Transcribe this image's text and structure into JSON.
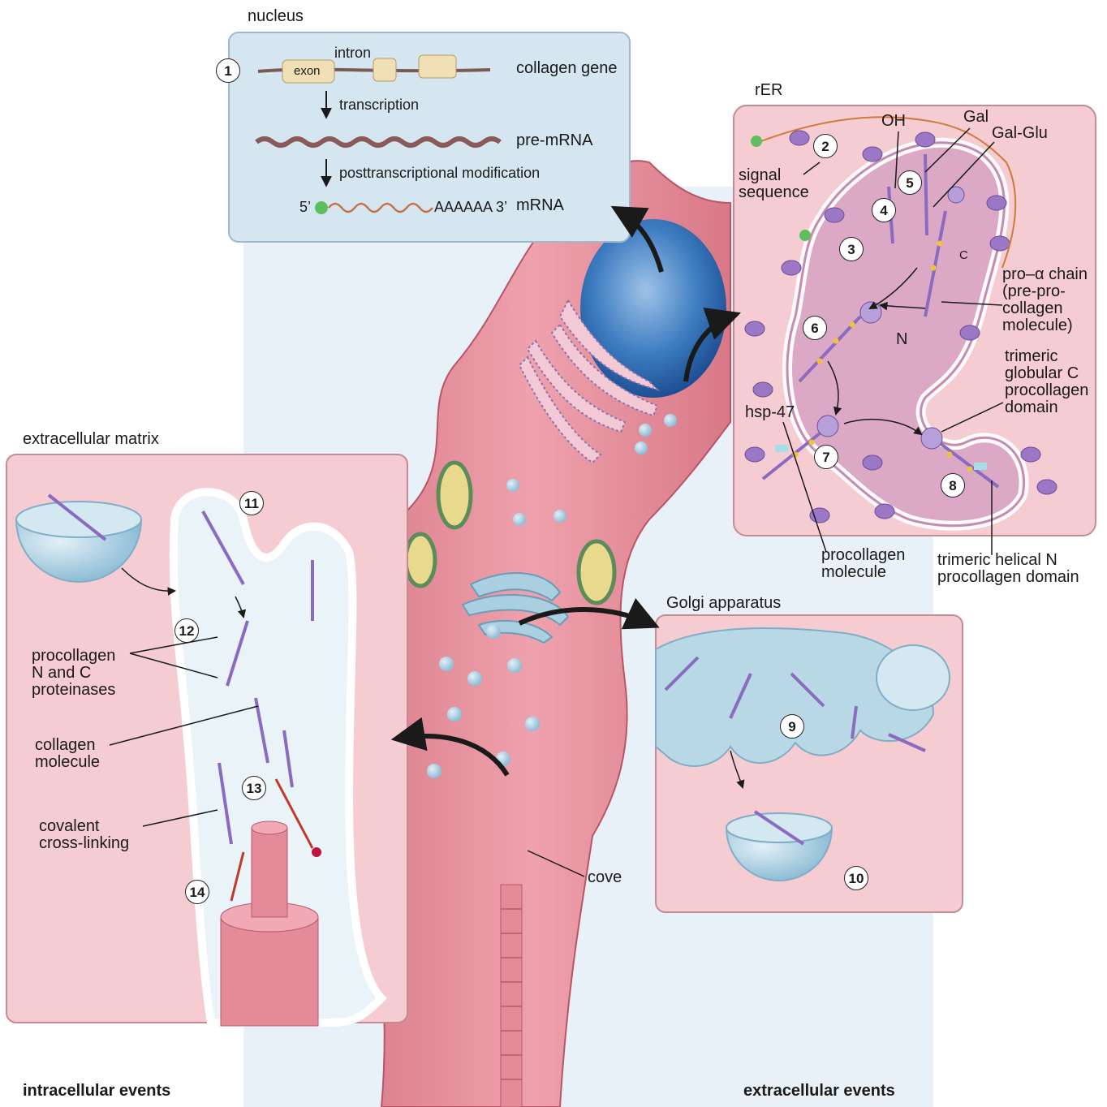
{
  "panels": {
    "nucleus": {
      "title": "nucleus",
      "intron": "intron",
      "exon": "exon",
      "collagen_gene": "collagen gene",
      "transcription": "transcription",
      "pre_mrna": "pre-mRNA",
      "posttranscriptional": "posttranscriptional modification",
      "five_prime": "5’",
      "poly_a": "AAAAAA 3’",
      "mrna": "mRNA"
    },
    "rer": {
      "title": "rER",
      "signal_sequence": "signal\nsequence",
      "oh": "OH",
      "gal": "Gal",
      "gal_glu": "Gal-Glu",
      "c_terminal": "C",
      "pro_alpha_chain": "pro–α chain\n(pre-pro-\ncollagen\nmolecule)",
      "n_terminal": "N",
      "trimeric_globular": "trimeric\nglobular C\nprocollagen\ndomain",
      "hsp47": "hsp-47",
      "procollagen_molecule": "procollagen\nmolecule",
      "trimeric_helical": "trimeric helical N\nprocollagen domain"
    },
    "golgi": {
      "title": "Golgi apparatus"
    },
    "ecm": {
      "title": "extracellular matrix",
      "proteinases": "procollagen\nN and C\nproteinases",
      "collagen_molecule": "collagen\nmolecule",
      "crosslinking": "covalent\ncross-linking"
    },
    "cell": {
      "cove": "cove"
    }
  },
  "steps": [
    "1",
    "2",
    "3",
    "4",
    "5",
    "6",
    "7",
    "8",
    "9",
    "10",
    "11",
    "12",
    "13",
    "14"
  ],
  "footer": {
    "left": "intracellular events",
    "right": "extracellular events"
  },
  "colors": {
    "cell_pink": "#e88f9c",
    "panel_pink": "#f4ccd1",
    "panel_blue": "#d5e6f0",
    "nucleus_blue": "#2f6fb6",
    "golgi_blue": "#a9cfe0",
    "protein_purple": "#9b77c6",
    "gold_dot": "#f0c23c"
  }
}
